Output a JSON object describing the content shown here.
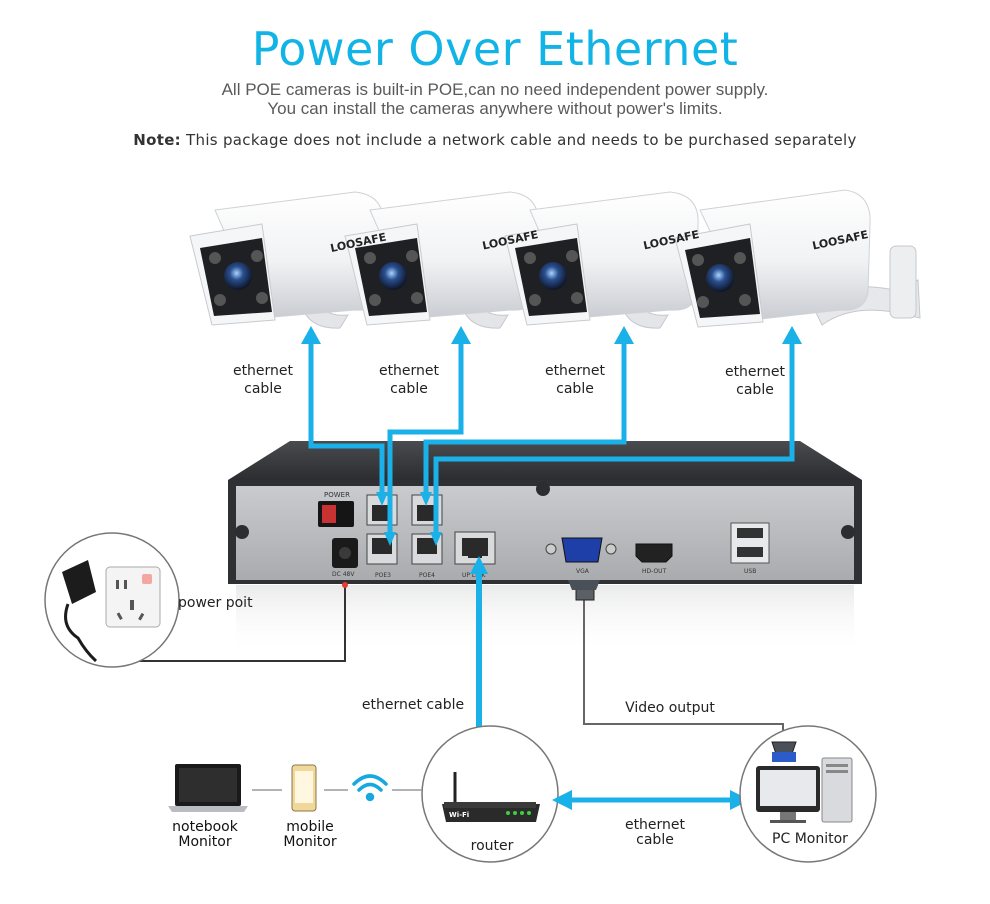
{
  "header": {
    "title": "Power Over Ethernet",
    "subtitle_line1": "All POE cameras is built-in POE,can no need independent power supply.",
    "subtitle_line2": "You can install the cameras anywhere without power's limits.",
    "note_label": "Note:",
    "note_text": " This package does not include a network cable and needs to be purchased separately"
  },
  "cameras": {
    "brand": "LOOSAFE",
    "cable_labels": [
      {
        "line1": "ethernet",
        "line2": "cable"
      },
      {
        "line1": "ethernet",
        "line2": "cable"
      },
      {
        "line1": "ethernet",
        "line2": "cable"
      },
      {
        "line1": "ethernet",
        "line2": "cable"
      }
    ]
  },
  "nvr": {
    "power_label": "POWER",
    "dc_label": "DC 48V",
    "poe3_label": "POE3",
    "poe4_label": "POE4",
    "uplink_label": "UP LINK",
    "vga_label": "VGA",
    "hdout_label": "HD-OUT",
    "usb_label": "USB"
  },
  "power": {
    "label": "power poit"
  },
  "router_section": {
    "ethernet_cable_label": "ethernet cable",
    "video_output_label": "Video output",
    "router_label": "router",
    "router_wifi_text": "Wi-Fi",
    "bottom_cable_line1": "ethernet",
    "bottom_cable_line2": "cable",
    "pc_label": "PC Monitor"
  },
  "devices": {
    "notebook_line1": "notebook",
    "notebook_line2": "Monitor",
    "mobile_line1": "mobile",
    "mobile_line2": "Monitor"
  },
  "colors": {
    "accent": "#12b4e6",
    "cable": "#1ab0e8",
    "nvr_body": "#3a3b3e",
    "nvr_panel": "#b5b7ba"
  }
}
